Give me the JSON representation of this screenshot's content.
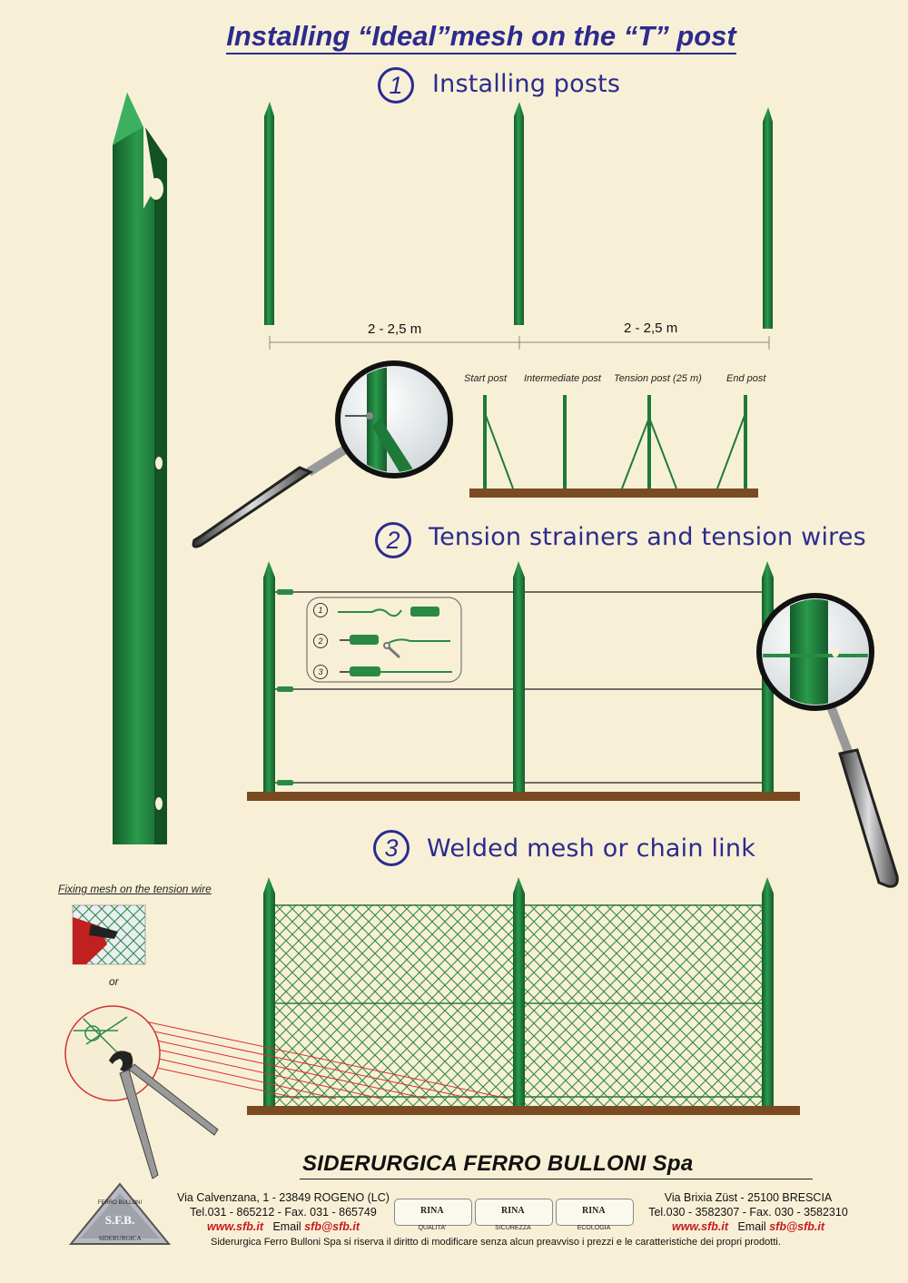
{
  "title": "Installing “Ideal”mesh  on the “T” post",
  "steps": [
    {
      "number": "1",
      "title": "Installing posts"
    },
    {
      "number": "2",
      "title": "Tension strainers and tension wires"
    },
    {
      "number": "3",
      "title": "Welded mesh or chain link"
    }
  ],
  "spacing_labels": [
    "2 - 2,5 m",
    "2 - 2,5 m"
  ],
  "post_types": [
    "Start post",
    "Intermediate post",
    "Tension post (25 m)",
    "End post"
  ],
  "inset_steps": [
    "1",
    "2",
    "3"
  ],
  "fixing_label": "Fixing mesh on the tension wire",
  "or_label": "or",
  "company": "SIDERURGICA FERRO BULLONI Spa",
  "logo_text": {
    "top": "FERRO BULLONI",
    "middle": "S.F.B.",
    "bottom": "SIDERURGICA"
  },
  "address_left": {
    "street": "Via Calvenzana, 1 - 23849 ROGENO (LC)",
    "phone": "Tel.031 - 865212 - Fax. 031 - 865749",
    "web": "www.sfb.it",
    "email_label": "Email",
    "email": "sfb@sfb.it"
  },
  "address_right": {
    "street": "Via Brixia Züst - 25100 BRESCIA",
    "phone": "Tel.030 - 3582307 - Fax. 030 - 3582310",
    "web": "www.sfb.it",
    "email_label": "Email",
    "email": "sfb@sfb.it"
  },
  "certifications": [
    {
      "brand": "RINA",
      "caption": "QUALITA'"
    },
    {
      "brand": "RINA",
      "caption": "SICUREZZA"
    },
    {
      "brand": "RINA",
      "caption": "ECOLOGIA"
    }
  ],
  "disclaimer": "Siderurgica Ferro Bulloni Spa si riserva il diritto di modificare senza alcun preavviso  i prezzi e le caratteristiche dei propri prodotti.",
  "colors": {
    "background": "#f8f0d6",
    "post_green": "#1f7a3a",
    "ground": "#7a4a22",
    "accent_blue": "#2b2b8f",
    "red": "#c51a1a"
  }
}
